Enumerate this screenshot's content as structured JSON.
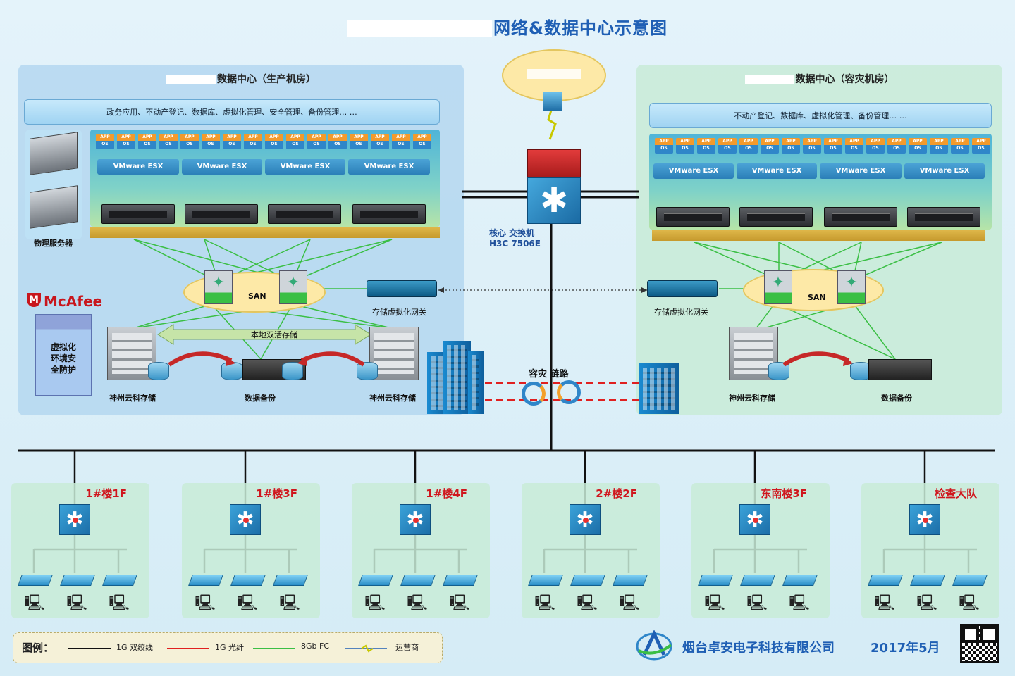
{
  "title": {
    "text": "网络&数据中心示意图"
  },
  "production": {
    "title": "数据中心（生产机房）",
    "services": "政务应用、不动产登记、数据库、虚拟化管理、安全管理、备份管理… …",
    "esx_labels": [
      "VMware ESX",
      "VMware ESX",
      "VMware ESX",
      "VMware ESX"
    ],
    "physical_servers_label": "物理服务器",
    "san_label": "SAN",
    "gateway_label": "存储虚拟化网关",
    "active_active_label": "本地双活存储",
    "storage_left_label": "神州云科存储",
    "backup_label": "数据备份",
    "storage_right_label": "神州云科存储",
    "mcafee_label": "McAfee",
    "vsec_label": "虚拟化\n环境安\n全防护"
  },
  "dr": {
    "title": "数据中心（容灾机房）",
    "services": "不动产登记、数据库、虚拟化管理、备份管理… …",
    "esx_labels": [
      "VMware ESX",
      "VMware ESX",
      "VMware ESX",
      "VMware ESX"
    ],
    "san_label": "SAN",
    "gateway_label": "存储虚拟化网关",
    "storage_label": "神州云科存储",
    "backup_label": "数据备份"
  },
  "app_tile": {
    "top": "APP",
    "bottom": "OS"
  },
  "core": {
    "label": "核心 交换机\nH3C 7506E"
  },
  "dr_link": {
    "label": "容灾 链路"
  },
  "buildings": [
    "1#楼1F",
    "1#楼3F",
    "1#楼4F",
    "2#楼2F",
    "东南楼3F",
    "检查大队"
  ],
  "legend": {
    "heading": "图例：",
    "items": [
      {
        "label": "1G 双绞线",
        "color": "#111111"
      },
      {
        "label": "1G 光纤",
        "color": "#e02020"
      },
      {
        "label": "8Gb FC",
        "color": "#3bbf45"
      },
      {
        "label": "运营商",
        "color": "#1f5fb4"
      }
    ]
  },
  "footer": {
    "company": "烟台卓安电子科技有限公司",
    "date": "2017年5月"
  },
  "colors": {
    "accent": "#1f5fb4",
    "red": "#d0161d",
    "green": "#3bbf45"
  }
}
